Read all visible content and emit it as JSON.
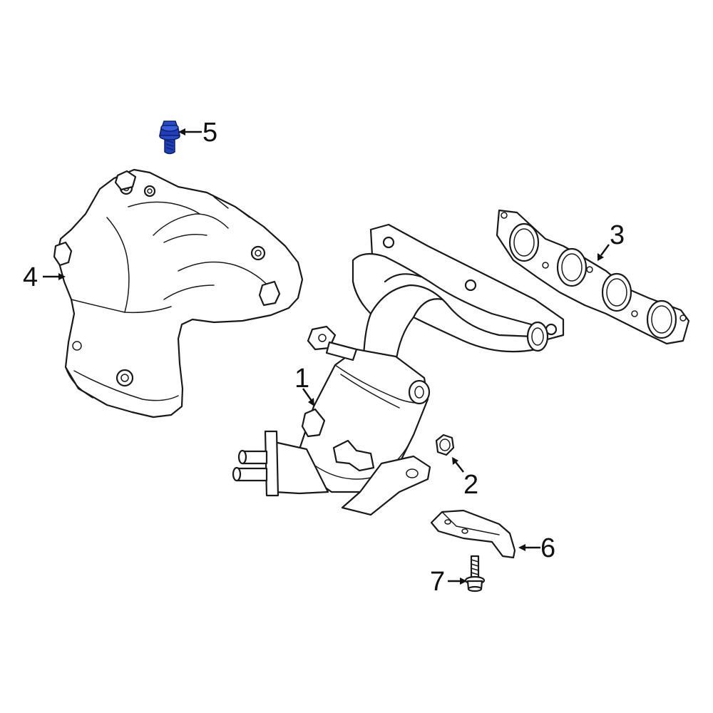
{
  "diagram": {
    "highlight_color": "#1f3fb8",
    "line_color": "#1a1a1a",
    "background": "#ffffff",
    "callouts": [
      {
        "id": "1",
        "label": "1",
        "part": "catalytic-converter-manifold"
      },
      {
        "id": "2",
        "label": "2",
        "part": "nut"
      },
      {
        "id": "3",
        "label": "3",
        "part": "manifold-gasket"
      },
      {
        "id": "4",
        "label": "4",
        "part": "heat-shield"
      },
      {
        "id": "5",
        "label": "5",
        "part": "bolt",
        "highlighted": true
      },
      {
        "id": "6",
        "label": "6",
        "part": "support-bracket"
      },
      {
        "id": "7",
        "label": "7",
        "part": "bracket-bolt"
      }
    ]
  }
}
